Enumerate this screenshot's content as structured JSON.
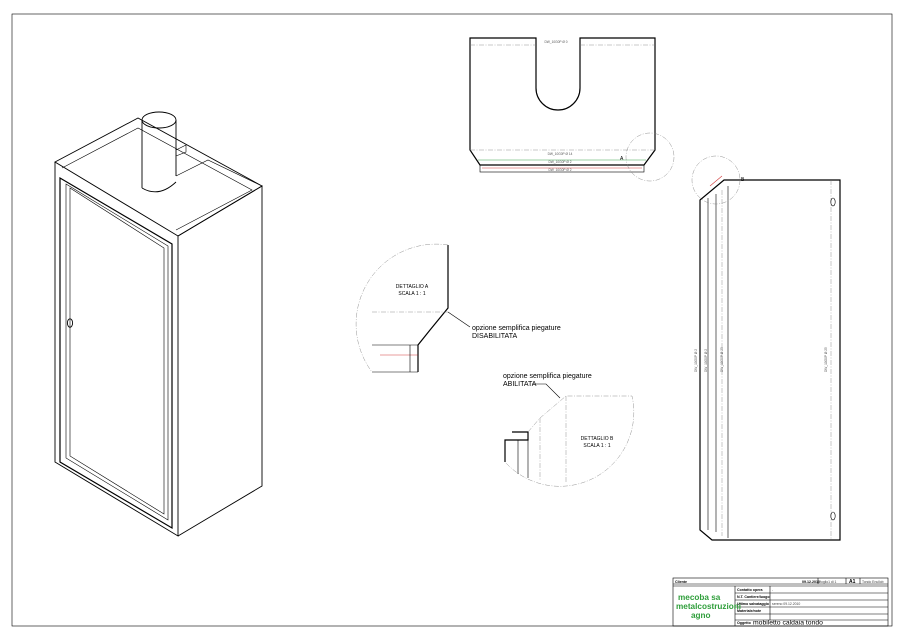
{
  "views": {
    "front_top_label": "DW_10G0P Ø 0",
    "front_bottom_labels": [
      "DW_10G0P Ø 14",
      "DW_10G0P Ø 2",
      "DW_10G0P Ø 2"
    ],
    "marker_a": "A",
    "marker_b": "B",
    "side_labels": [
      "DW_10G0P Ø 2",
      "DW_10G0P Ø 2",
      "DW_10G0P Ø 25",
      "DW_10G0P Ø 25"
    ]
  },
  "detail_a": {
    "title": "DETTAGLIO A",
    "scale": "SCALA 1 : 1",
    "note_line1": "opzione semplifica piegature",
    "note_line2": "DISABILITATA"
  },
  "detail_b": {
    "title": "DETTAGLIO B",
    "scale": "SCALA 1 : 1",
    "note_line1": "opzione semplifica piegature",
    "note_line2": "ABILITATA"
  },
  "title_block": {
    "cliente_label": "Cliente",
    "date": "09.12.2010",
    "sheet": "foglio1 di 1",
    "format": "A1",
    "author": "Tondo Enullob",
    "brand_line1": "mecoba sa",
    "brand_line2": "metalcostruzioni",
    "brand_line3": "agno",
    "rows": [
      {
        "label": "Contatto opera",
        "value": "-"
      },
      {
        "label": "N.T. Cantiere/luogo",
        "value": ""
      },
      {
        "label": "Ultimo salvataggio",
        "value": "sereno 09.12.2010"
      },
      {
        "label": "Materiale/note",
        "value": ""
      }
    ],
    "oggetto_label": "Oggetto",
    "oggetto_value": "mobiletto caldaia tondo"
  }
}
